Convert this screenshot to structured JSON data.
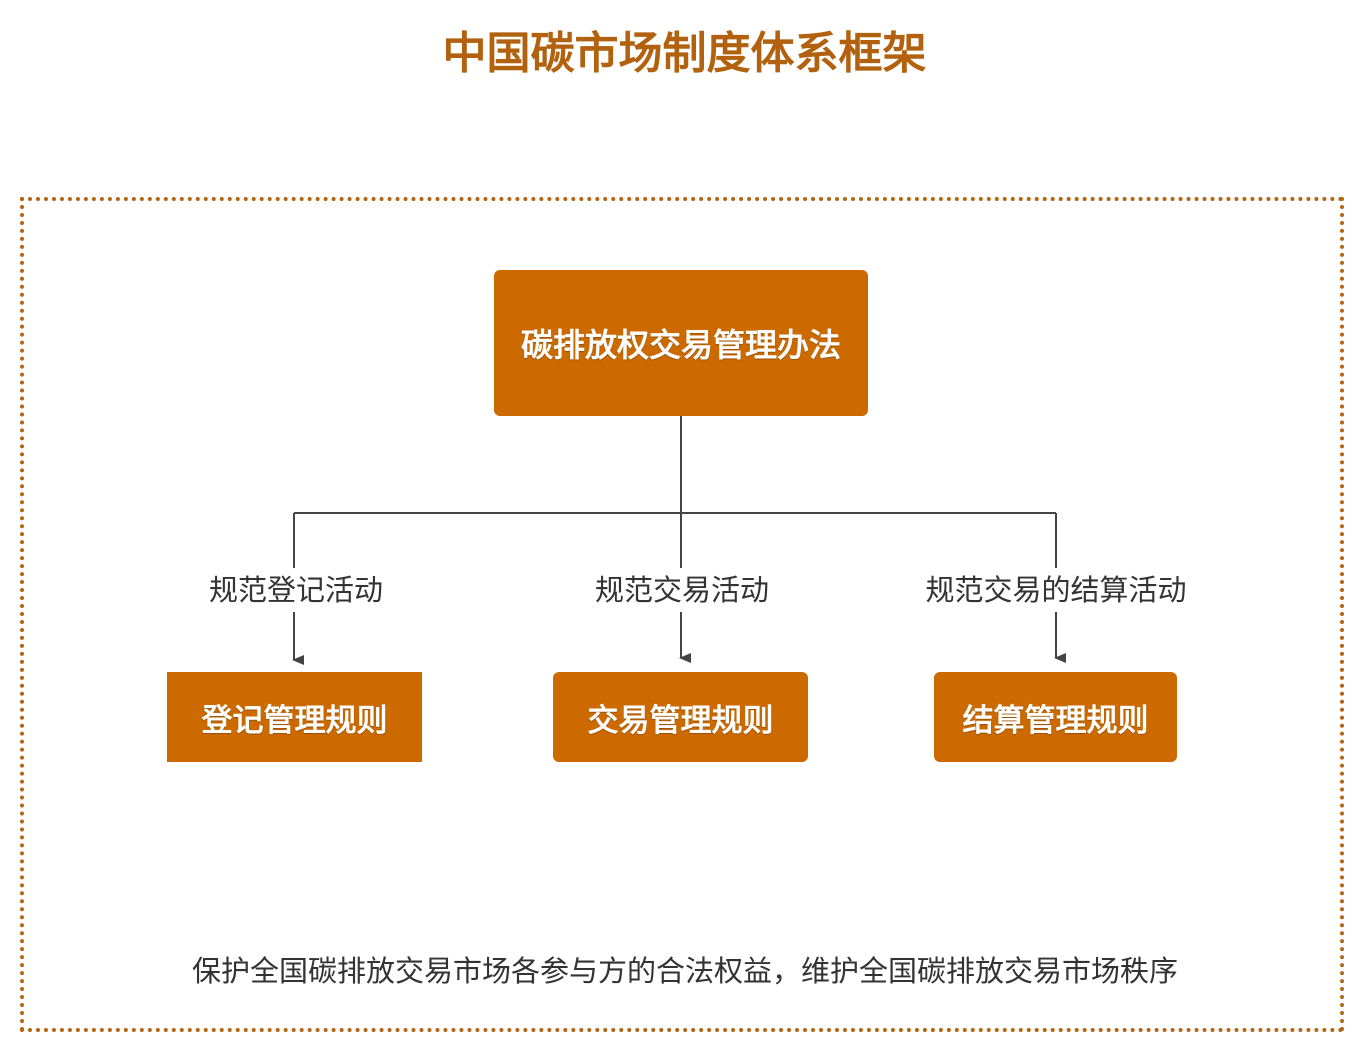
{
  "title": "中国碳市场制度体系框架",
  "root": {
    "label": "碳排放权交易管理办法"
  },
  "children": [
    {
      "edge_label": "规范登记活动",
      "label": "登记管理规则"
    },
    {
      "edge_label": "规范交易活动",
      "label": "交易管理规则"
    },
    {
      "edge_label": "规范交易的结算活动",
      "label": "结算管理规则"
    }
  ],
  "footer": "保护全国碳排放交易市场各参与方的合法权益，维护全国碳排放交易市场秩序",
  "colors": {
    "accent": "#cc6a00",
    "title": "#b2620f",
    "frame_border": "#b36512",
    "text": "#333333",
    "connector": "#444444"
  }
}
